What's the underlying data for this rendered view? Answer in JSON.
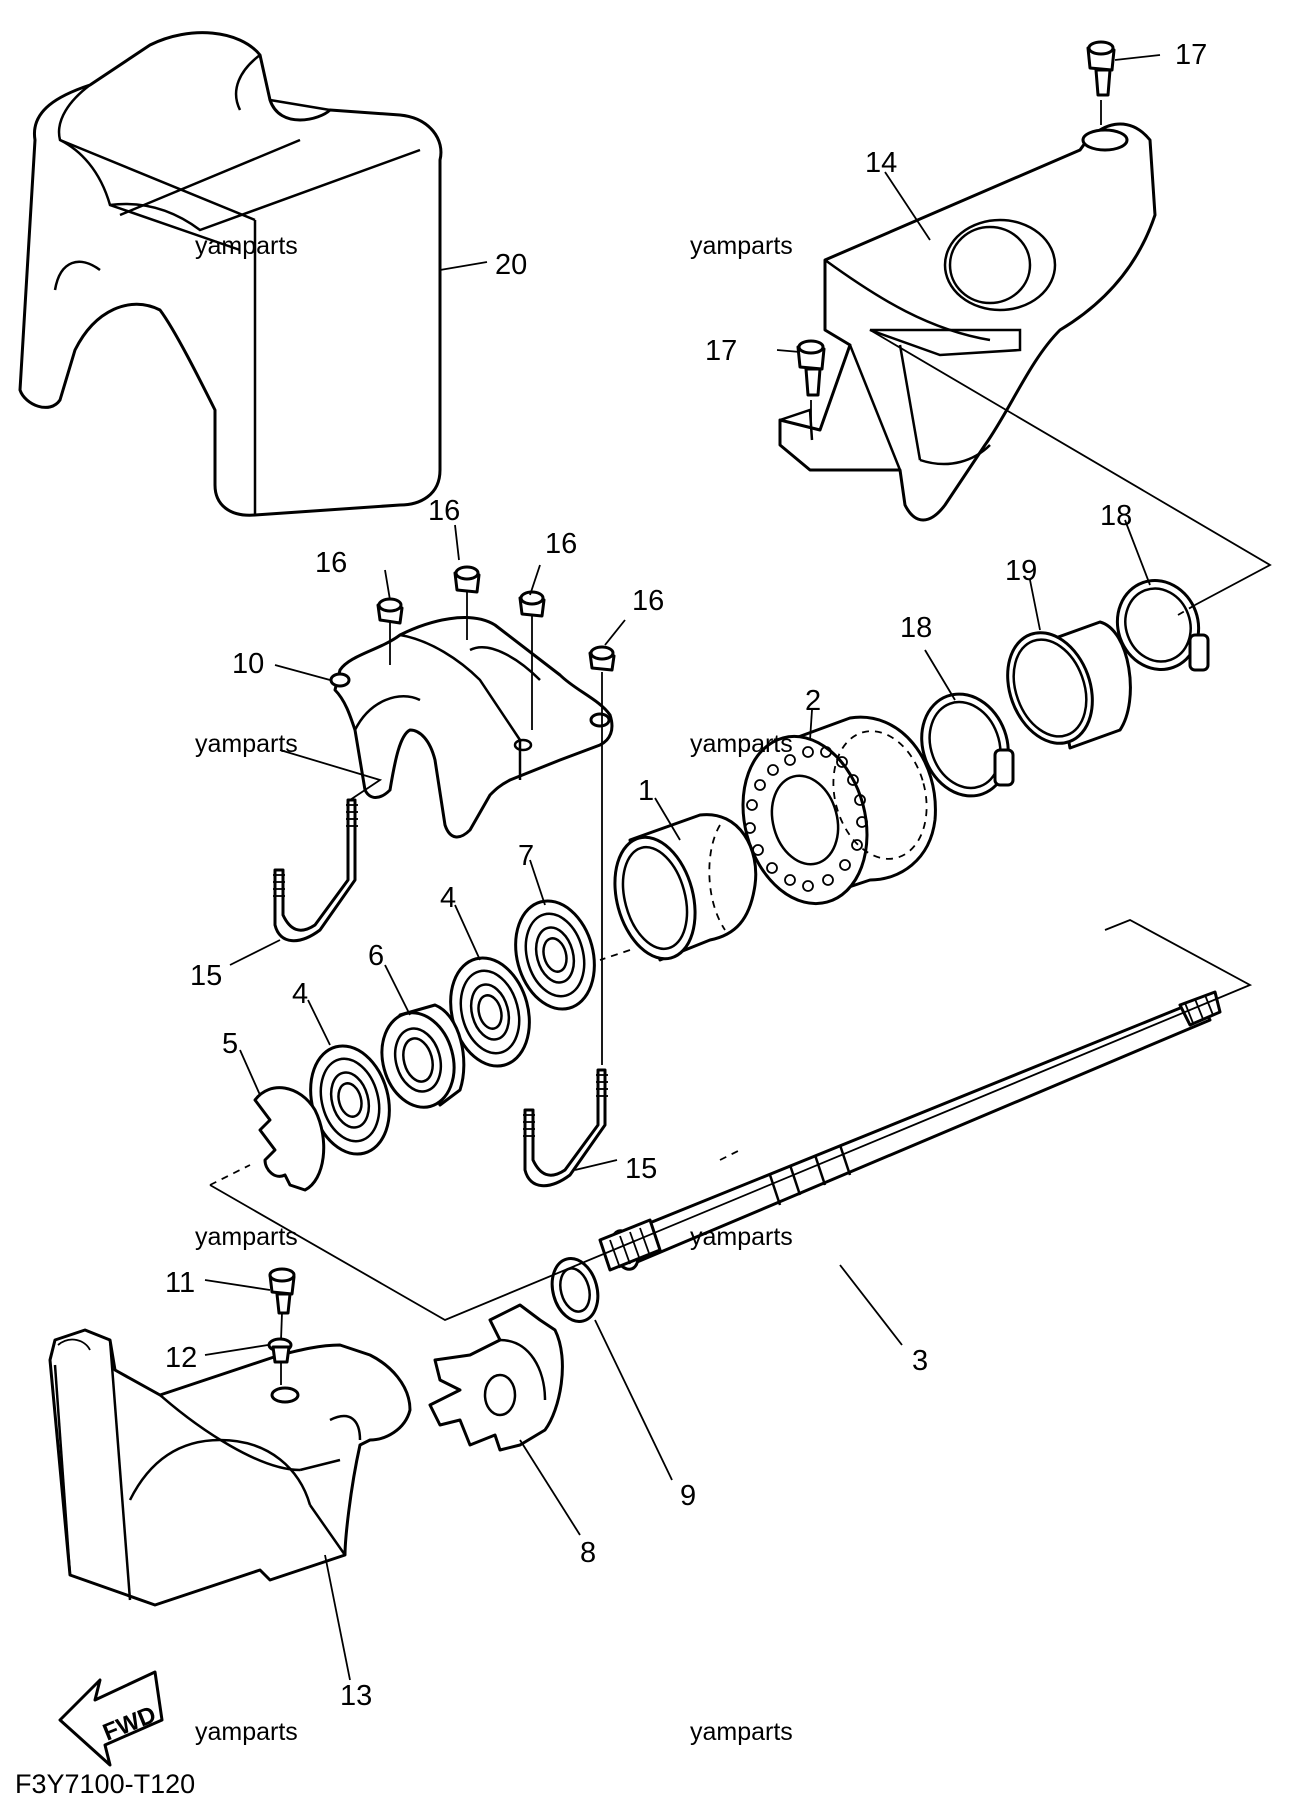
{
  "diagram": {
    "code": "F3Y7100-T120",
    "watermark": "yamparts",
    "fwd_label": "FWD",
    "labels": {
      "p1": "1",
      "p2": "2",
      "p3": "3",
      "p4a": "4",
      "p4b": "4",
      "p5": "5",
      "p6": "6",
      "p7": "7",
      "p8": "8",
      "p9": "9",
      "p10": "10",
      "p11": "11",
      "p12": "12",
      "p13": "13",
      "p14": "14",
      "p15a": "15",
      "p15b": "15",
      "p16a": "16",
      "p16b": "16",
      "p16c": "16",
      "p16d": "16",
      "p17a": "17",
      "p17b": "17",
      "p18a": "18",
      "p18b": "18",
      "p19": "19",
      "p20": "20"
    }
  }
}
